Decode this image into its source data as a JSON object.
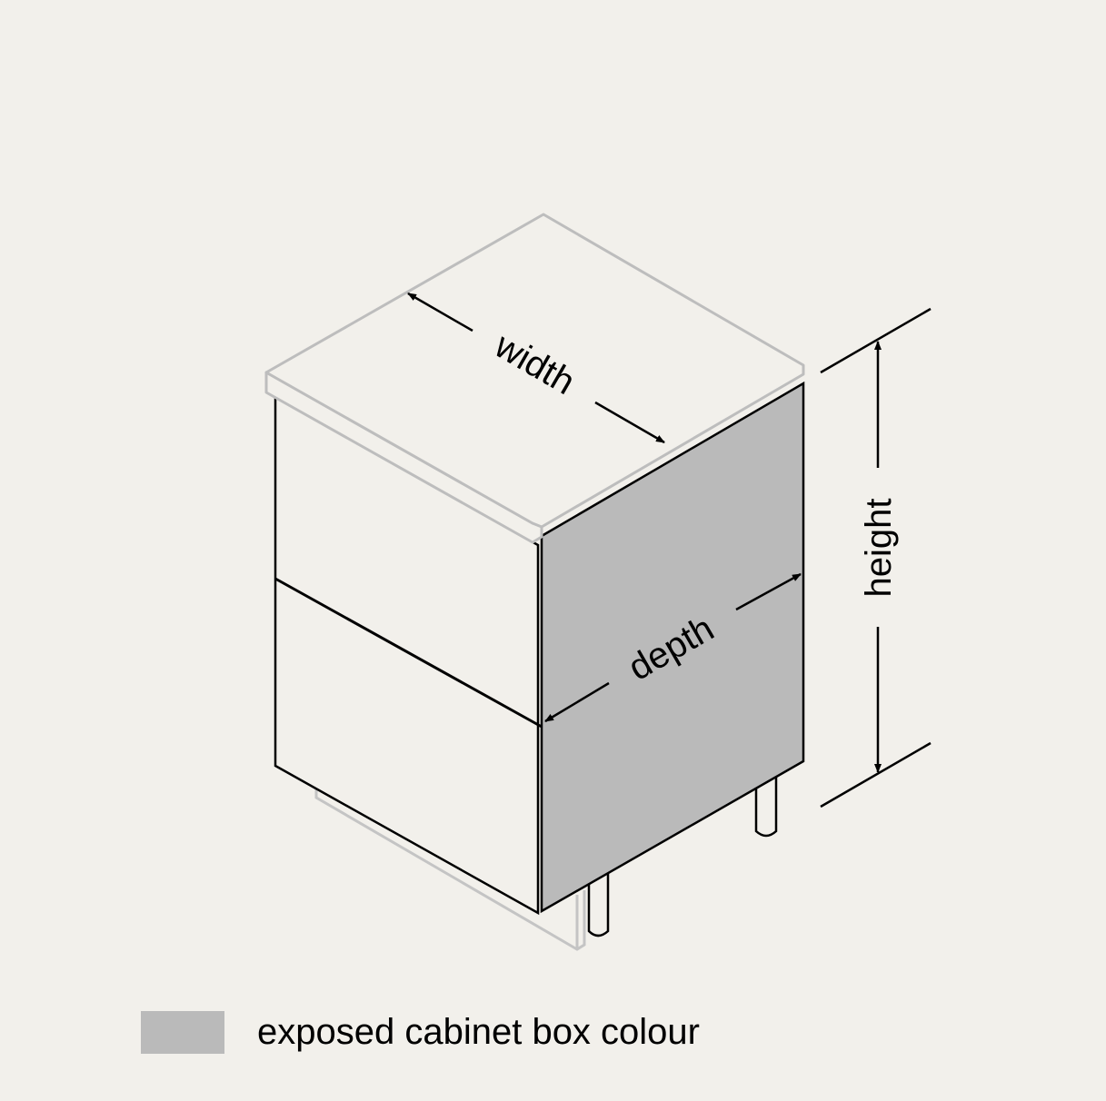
{
  "labels": {
    "width": "width",
    "depth": "depth",
    "height": "height"
  },
  "legend": {
    "text": "exposed cabinet box colour",
    "swatch_color": "#bababa"
  },
  "colors": {
    "background": "#f2f0eb",
    "panel": "#bababa",
    "countertop_outline": "#bdbdbd"
  }
}
